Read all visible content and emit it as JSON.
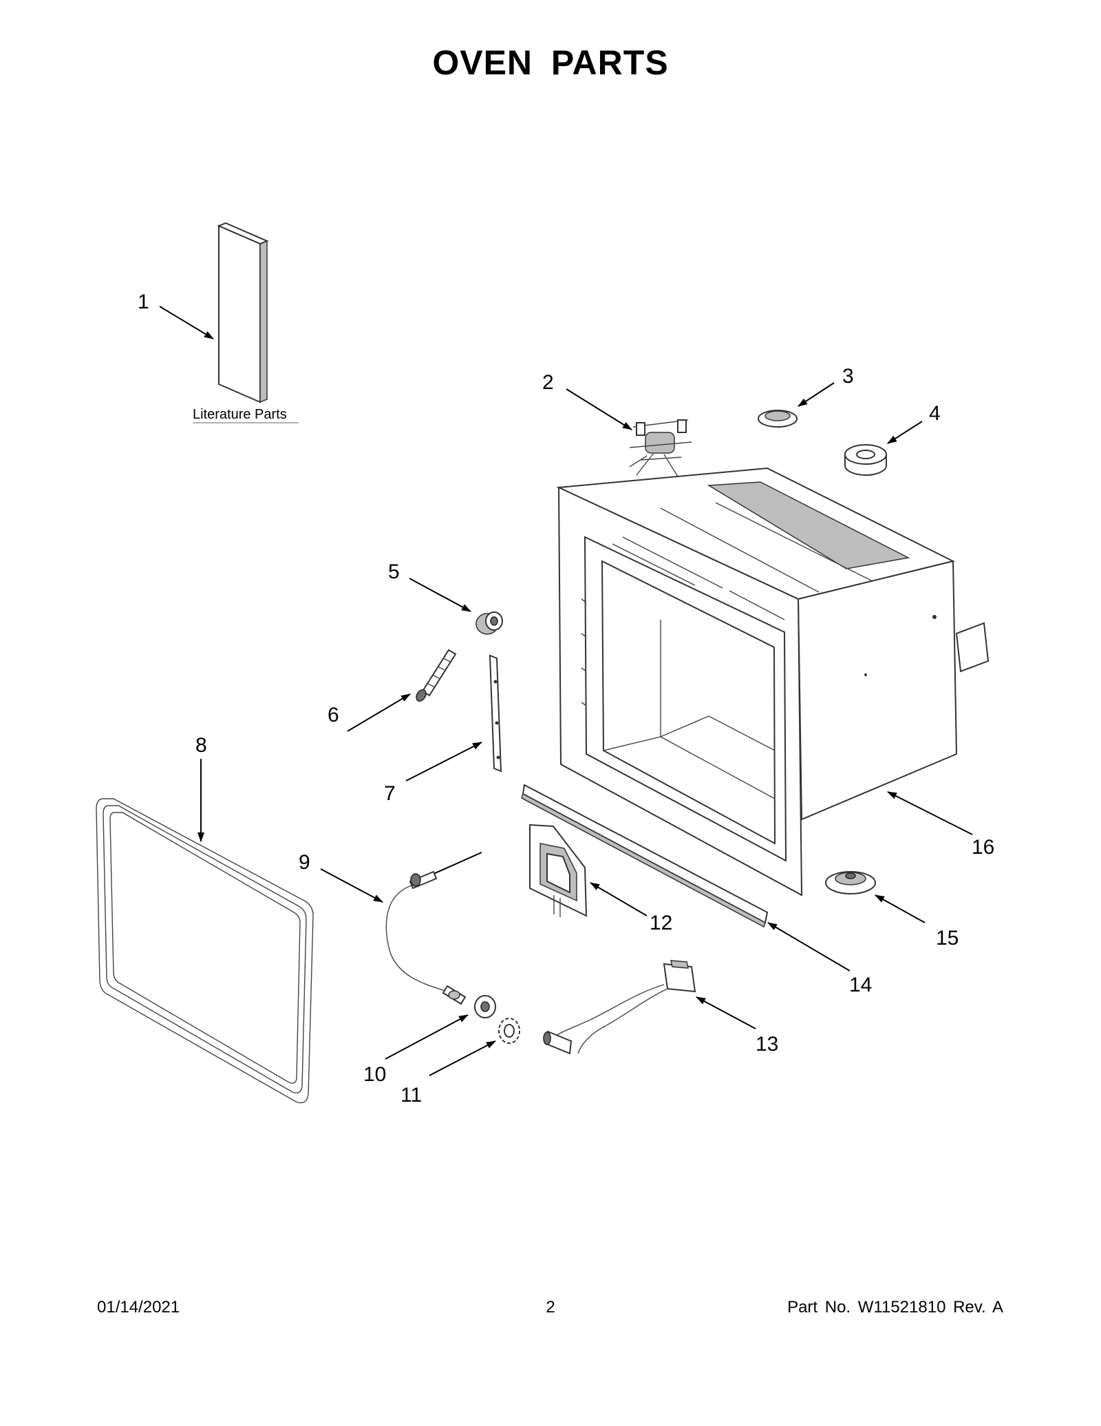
{
  "title": "OVEN  PARTS",
  "literature_label": "Literature Parts",
  "callouts": [
    "1",
    "2",
    "3",
    "4",
    "5",
    "6",
    "7",
    "8",
    "9",
    "10",
    "11",
    "12",
    "13",
    "14",
    "15",
    "16"
  ],
  "footer": {
    "date": "01/14/2021",
    "page": "2",
    "part_no": "Part No.  W11521810  Rev.  A"
  }
}
